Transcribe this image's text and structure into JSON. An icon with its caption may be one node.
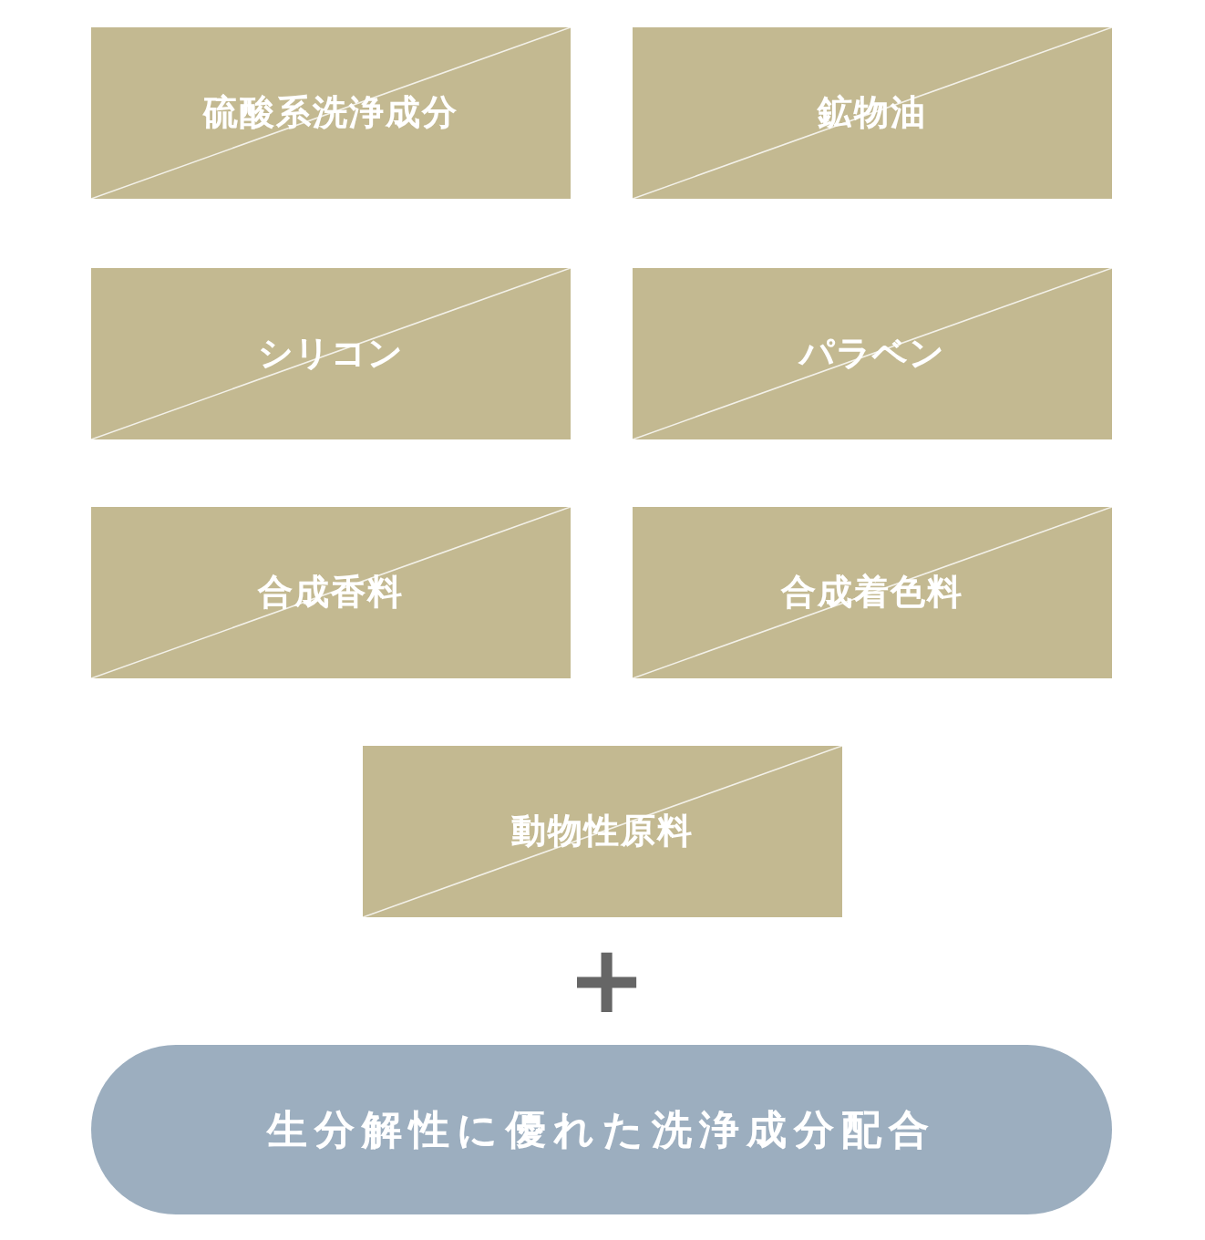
{
  "diagram": {
    "nodes": [
      {
        "text": [
          "硫酸系洗浄成分"
        ]
      },
      {
        "text": [
          "鉱物油"
        ]
      },
      {
        "text": [
          "シリコン"
        ]
      },
      {
        "text": [
          "パラベン"
        ]
      },
      {
        "text": [
          "合成香料"
        ]
      },
      {
        "text": [
          "合成着色料"
        ]
      },
      {
        "text": [
          "動物性原料"
        ]
      },
      {
        "text": [
          "生分解性に優れた洗浄成分配合"
        ]
      }
    ],
    "edges": [],
    "labels": [
      "+"
    ]
  }
}
